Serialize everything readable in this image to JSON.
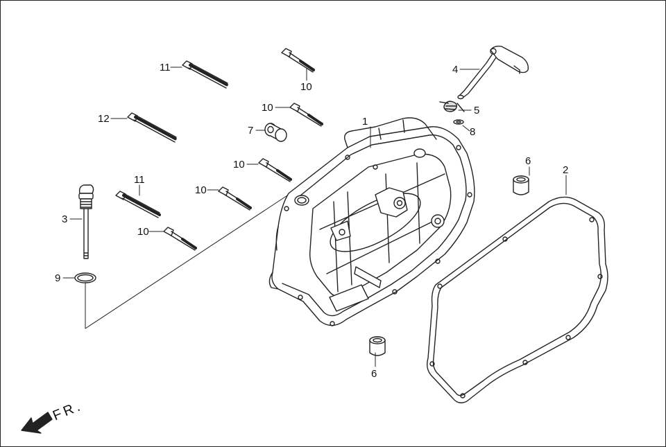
{
  "labels": {
    "p1": "1",
    "p2": "2",
    "p3": "3",
    "p4": "4",
    "p5": "5",
    "p6a": "6",
    "p6b": "6",
    "p7": "7",
    "p8": "8",
    "p9": "9",
    "p10a": "10",
    "p10b": "10",
    "p10c": "10",
    "p10d": "10",
    "p10e": "10",
    "p11a": "11",
    "p11b": "11",
    "p12": "12"
  },
  "direction_label": "FR.",
  "colors": {
    "line": "#222222",
    "fill": "#ffffff",
    "shade": "#dddddd"
  }
}
